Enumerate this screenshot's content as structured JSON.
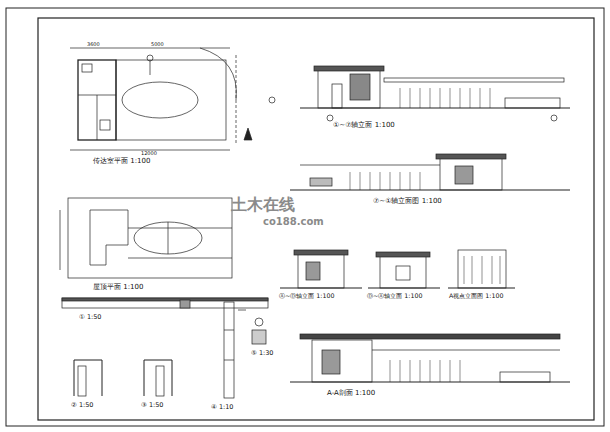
{
  "diagram": {
    "labels": [
      "传达室平面 1:100",
      "屋顶平面 1:100",
      "①~⑦轴立面 1:100",
      "⑦~①轴立面图 1:100",
      "Ⓐ~Ⓓ轴立面 1:100",
      "Ⓓ~Ⓐ轴立面 1:100",
      "A视点立面图 1:100",
      "A-A剖面 1:100",
      "① 1:50",
      "② 1:50",
      "③ 1:50",
      "④ 1:10",
      "⑤ 1:30",
      "土木在线",
      "co188.com",
      "3600",
      "5000",
      "12000"
    ]
  }
}
